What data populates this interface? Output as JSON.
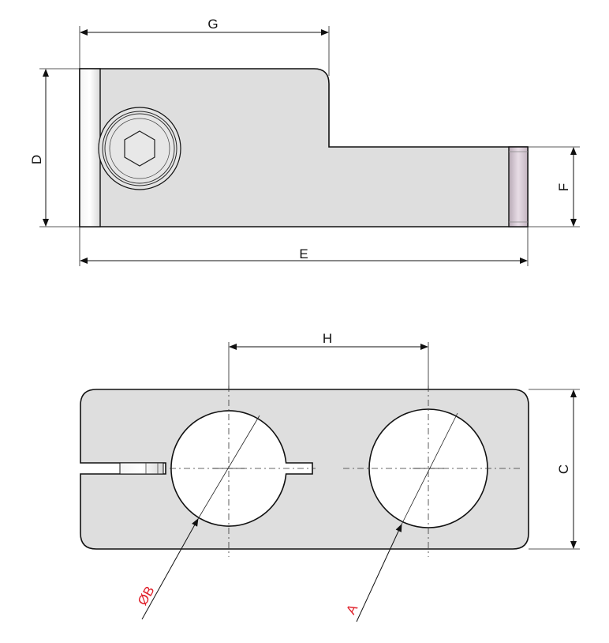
{
  "top_view": {
    "labels": {
      "G": "G",
      "D": "D",
      "E": "E",
      "F": "F"
    }
  },
  "bottom_view": {
    "labels": {
      "H": "H",
      "C": "C",
      "B": "ØB",
      "A": "A"
    }
  },
  "colors": {
    "part_fill": "#dedede",
    "outline": "#111111",
    "callout_red": "#e0202a",
    "end_cap": "#c9b9c6"
  }
}
